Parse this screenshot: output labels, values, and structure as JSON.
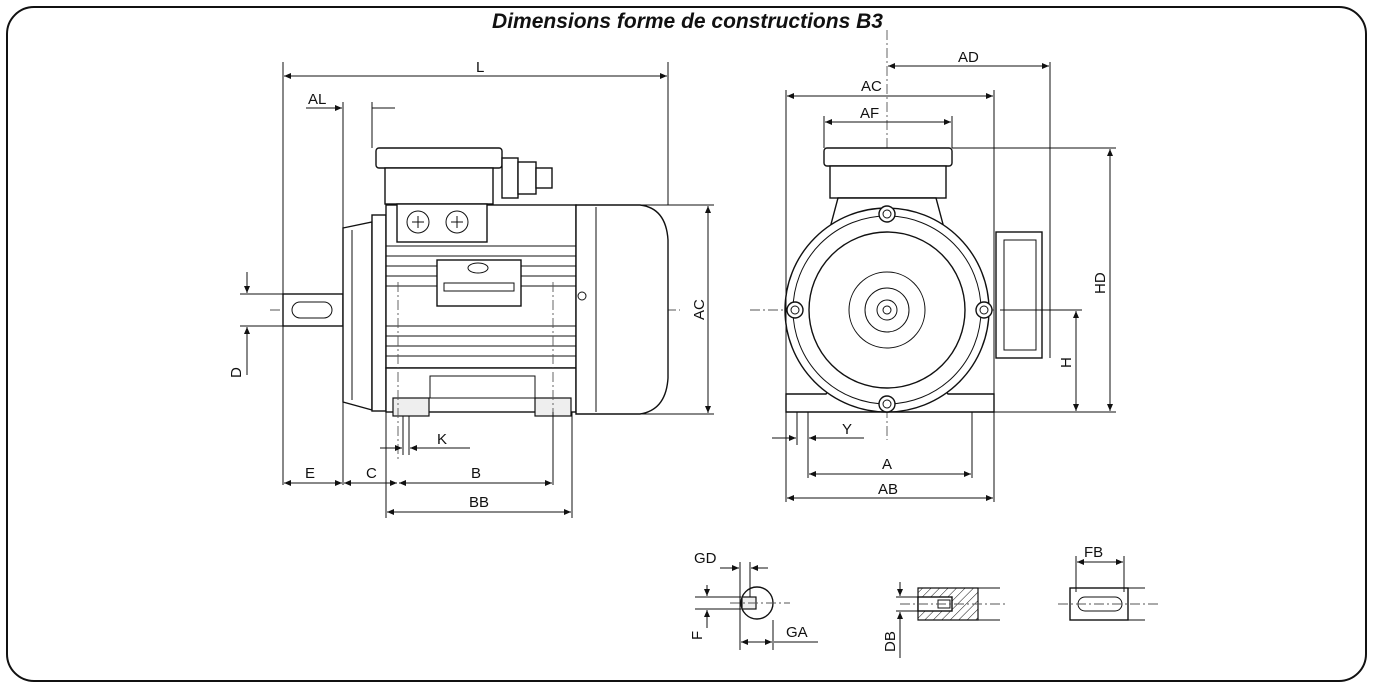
{
  "title": "Dimensions forme de constructions B3",
  "labels": {
    "L": "L",
    "AL": "AL",
    "D": "D",
    "E": "E",
    "C": "C",
    "K": "K",
    "B": "B",
    "BB": "BB",
    "AC": "AC",
    "AD": "AD",
    "AF": "AF",
    "HD": "HD",
    "H": "H",
    "Y": "Y",
    "A": "A",
    "AB": "AB",
    "GD": "GD",
    "F": "F",
    "GA": "GA",
    "DB": "DB",
    "FB": "FB"
  },
  "icons": [
    "motor-side-view",
    "motor-front-view",
    "shaft-key-section",
    "shaft-end-section",
    "shaft-key-top-view"
  ]
}
